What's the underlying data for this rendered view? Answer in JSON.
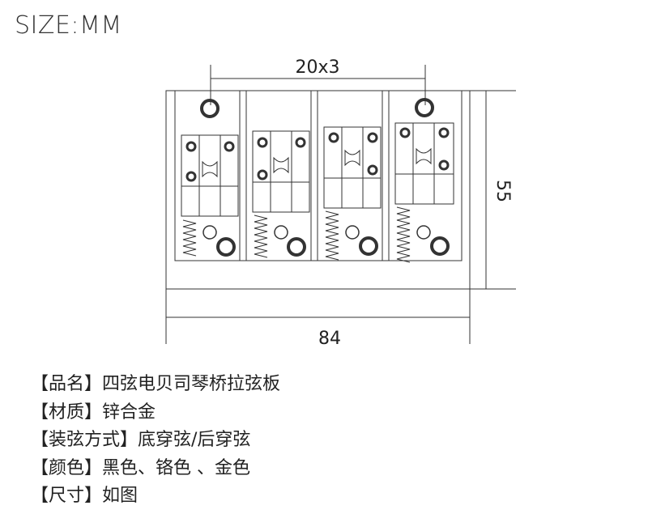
{
  "header": {
    "title": "SIZE:MM"
  },
  "dimensions": {
    "top": "20x3",
    "side": "55",
    "bottom": "84"
  },
  "specs": [
    {
      "key": "【品名】",
      "value": "四弦电贝司琴桥拉弦板"
    },
    {
      "key": "【材质】",
      "value": "锌合金"
    },
    {
      "key": "【装弦方式】",
      "value": "底穿弦/后穿弦"
    },
    {
      "key": "【颜色】",
      "value": "黑色、铬色 、金色"
    },
    {
      "key": "【尺寸】",
      "value": "如图"
    }
  ]
}
